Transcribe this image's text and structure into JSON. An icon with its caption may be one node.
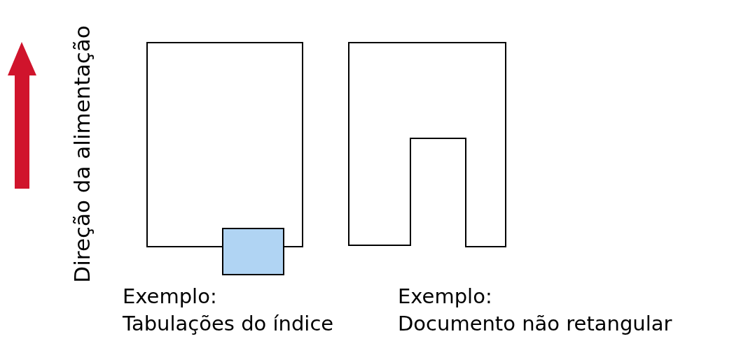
{
  "diagram": {
    "labels": [
      "Direção da alimentação",
      "Exemplo:",
      "Tabulações do índice",
      "Exemplo:",
      "Documento não retangular"
    ]
  }
}
